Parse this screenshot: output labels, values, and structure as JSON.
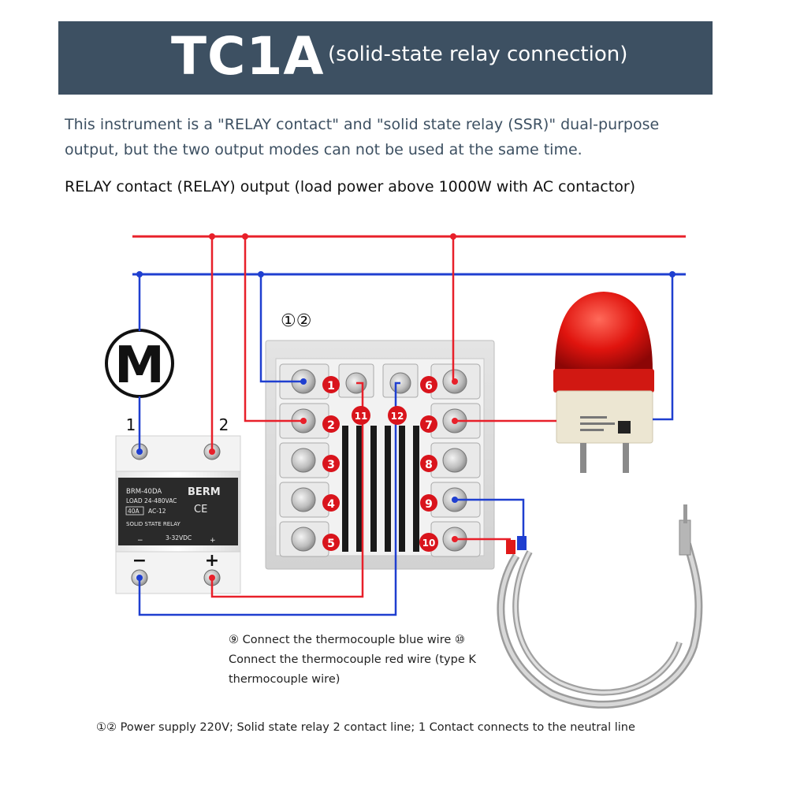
{
  "header": {
    "title": "TC1A",
    "subtitle": "(solid-state relay connection)"
  },
  "intro_text": "This instrument is a \"RELAY contact\" and \"solid state relay (SSR)\" dual-purpose output, but the two output modes can not be used at the same time.",
  "relay_heading": "RELAY contact (RELAY) output (load power above 1000W with AC contactor)",
  "motor": {
    "label": "M"
  },
  "ssr": {
    "terminal_top_left": "1",
    "terminal_top_right": "2",
    "model": "BRM-40DA",
    "load": "LOAD 24-480VAC",
    "rating": "40A",
    "ac": "AC-12",
    "brand": "BERM",
    "ce": "CE",
    "name": "SOLID STATE RELAY",
    "control": "3-32VDC",
    "minus": "−",
    "plus": "+",
    "minus_small": "−",
    "plus_small": "+"
  },
  "controller": {
    "group_label": "①②",
    "left_terminals": [
      "1",
      "2",
      "3",
      "4",
      "5"
    ],
    "right_terminals": [
      "6",
      "7",
      "8",
      "9",
      "10"
    ],
    "top_terminals": [
      "11",
      "12"
    ]
  },
  "colors": {
    "live": "#e8202a",
    "neutral": "#1f3fd0",
    "header_bg": "#3d5062",
    "badge": "#d9141c"
  },
  "captions": {
    "thermocouple": "⑨  Connect the thermocouple blue wire ⑩ Connect the thermocouple red wire (type K thermocouple wire)",
    "power": "①② Power supply 220V; Solid state relay 2 contact line; 1 Contact connects to the neutral line"
  },
  "icons": [
    "motor-icon",
    "ssr-module-icon",
    "controller-terminal-block-icon",
    "warning-light-icon",
    "thermocouple-icon"
  ]
}
